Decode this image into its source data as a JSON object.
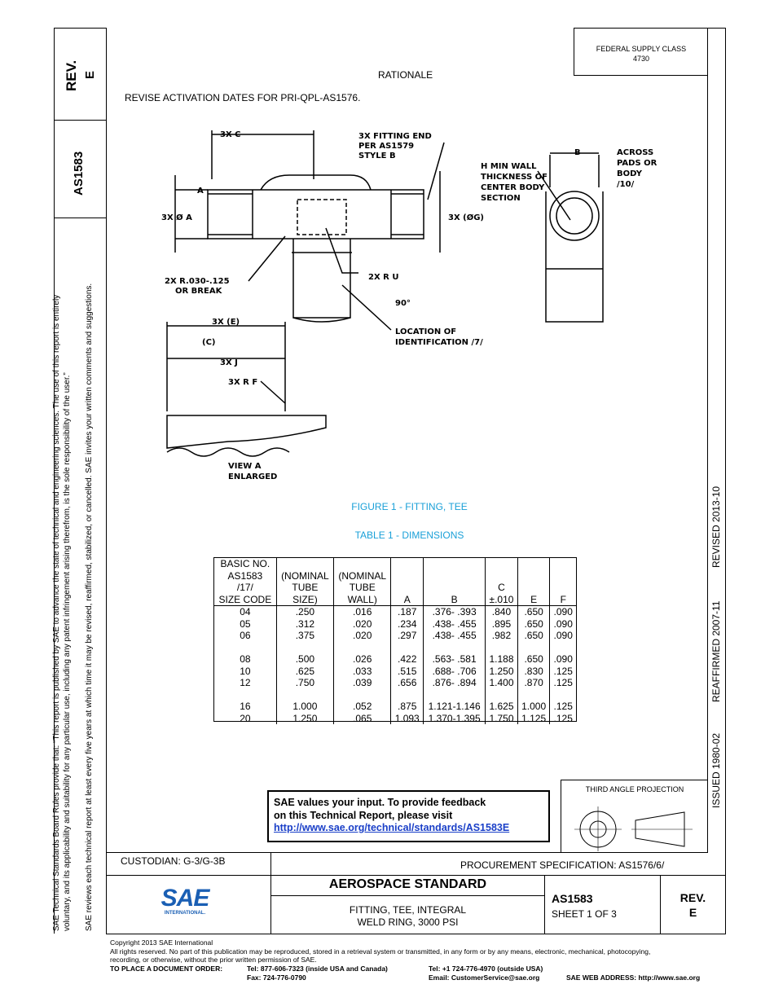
{
  "rev_box": {
    "rev_label": "REV.",
    "rev_value": "E"
  },
  "doc_number_side": "AS1583",
  "side_notes": {
    "line1": "SAE Technical Standards Board Rules provide that: “This report is published by SAE to advance the state of technical and engineering sciences. The use of this report is entirely",
    "line2": "voluntary, and its applicability and suitability for any particular use, including any patent infringement arising therefrom, is the sole responsibility of the user.”",
    "line3": "SAE reviews each technical report at least every five years at which time it may be revised, reaffirmed, stabilized, or cancelled. SAE invites your written comments and suggestions."
  },
  "federal_supply": {
    "label": "FEDERAL SUPPLY CLASS",
    "value": "4730"
  },
  "right_dates": {
    "revised": "REVISED 2013-10",
    "reaffirmed": "REAFFIRMED 2007-11",
    "issued": "ISSUED 1980-02"
  },
  "rationale": {
    "heading": "RATIONALE",
    "text": "REVISE ACTIVATION DATES FOR PRI-QPL-AS1576."
  },
  "drawing_labels": {
    "c3x": "3X C",
    "fitting_end1": "3X FITTING END",
    "fitting_end2": "PER AS1579",
    "fitting_end3": "STYLE B",
    "hmin1": "H MIN WALL",
    "hmin2": "THICKNESS OF",
    "hmin3": "CENTER BODY",
    "hmin4": "SECTION",
    "b": "B",
    "across1": "ACROSS",
    "across2": "PADS OR",
    "across3": "BODY",
    "across4": "/10/",
    "a": "A",
    "dia_a": "3X Ø A",
    "dia_g": "3X (ØG)",
    "r030a": "2X R.030-.125",
    "r030b": "OR BREAK",
    "ru": "2X R U",
    "deg90": "90°",
    "loc1": "LOCATION OF",
    "loc2": "IDENTIFICATION /7/",
    "e3x": "3X (E)",
    "c_paren": "(C)",
    "j3x": "3X J",
    "rf": "3X R F",
    "viewa1": "VIEW A",
    "viewa2": "ENLARGED"
  },
  "figure_caption": "FIGURE 1 - FITTING, TEE",
  "table_caption": "TABLE 1 - DIMENSIONS",
  "table": {
    "headers": [
      [
        "BASIC NO.",
        "AS1583",
        "/17/",
        "SIZE CODE"
      ],
      [
        "",
        "(NOMINAL",
        "TUBE",
        "SIZE)"
      ],
      [
        "",
        "(NOMINAL",
        "TUBE",
        "WALL)"
      ],
      [
        "",
        "",
        "",
        "A"
      ],
      [
        "",
        "",
        "",
        "B"
      ],
      [
        "",
        "",
        "C",
        "±.010"
      ],
      [
        "",
        "",
        "",
        "E"
      ],
      [
        "",
        "",
        "",
        "F"
      ]
    ],
    "groups": [
      [
        [
          "04",
          ".250",
          ".016",
          ".187",
          ".376- .393",
          ".840",
          ".650",
          ".090"
        ],
        [
          "05",
          ".312",
          ".020",
          ".234",
          ".438- .455",
          ".895",
          ".650",
          ".090"
        ],
        [
          "06",
          ".375",
          ".020",
          ".297",
          ".438- .455",
          ".982",
          ".650",
          ".090"
        ]
      ],
      [
        [
          "08",
          ".500",
          ".026",
          ".422",
          ".563- .581",
          "1.188",
          ".650",
          ".090"
        ],
        [
          "10",
          ".625",
          ".033",
          ".515",
          ".688- .706",
          "1.250",
          ".830",
          ".125"
        ],
        [
          "12",
          ".750",
          ".039",
          ".656",
          ".876- .894",
          "1.400",
          ".870",
          ".125"
        ]
      ],
      [
        [
          "16",
          "1.000",
          ".052",
          ".875",
          "1.121-1.146",
          "1.625",
          "1.000",
          ".125"
        ],
        [
          "20",
          "1.250",
          ".065",
          "1.093",
          "1.370-1.395",
          "1.750",
          "1.125",
          ".125"
        ]
      ]
    ]
  },
  "feedback": {
    "line1": "SAE values your input. To provide feedback",
    "line2": "on this Technical Report, please visit",
    "link": "http://www.sae.org/technical/standards/AS1583E"
  },
  "third_angle": "THIRD ANGLE PROJECTION",
  "custodian": "CUSTODIAN: G-3/G-3B",
  "procurement": "PROCUREMENT SPECIFICATION: AS1576/6/",
  "title_block": {
    "logo": "SAE",
    "logo_sub": "INTERNATIONAL.",
    "standard": "AEROSPACE STANDARD",
    "title_line1": "FITTING, TEE, INTEGRAL",
    "title_line2": "WELD RING, 3000 PSI",
    "doc_no": "AS1583",
    "sheet": "SHEET 1 OF 3",
    "rev_label": "REV.",
    "rev_value": "E"
  },
  "footer": {
    "copyright": "Copyright 2013 SAE International",
    "rights1": "All rights reserved. No part of this publication may be reproduced, stored in a retrieval system or transmitted, in any form or by any means, electronic, mechanical, photocopying,",
    "rights2": "recording, or otherwise, without the prior written permission of SAE.",
    "order_label": "TO PLACE A DOCUMENT ORDER:",
    "tel1": "Tel:  877-606-7323 (inside USA and Canada)",
    "fax": "Fax: 724-776-0790",
    "tel2": "Tel:  +1 724-776-4970 (outside USA)",
    "email": "Email: CustomerService@sae.org",
    "web": "SAE WEB ADDRESS: http://www.sae.org"
  }
}
